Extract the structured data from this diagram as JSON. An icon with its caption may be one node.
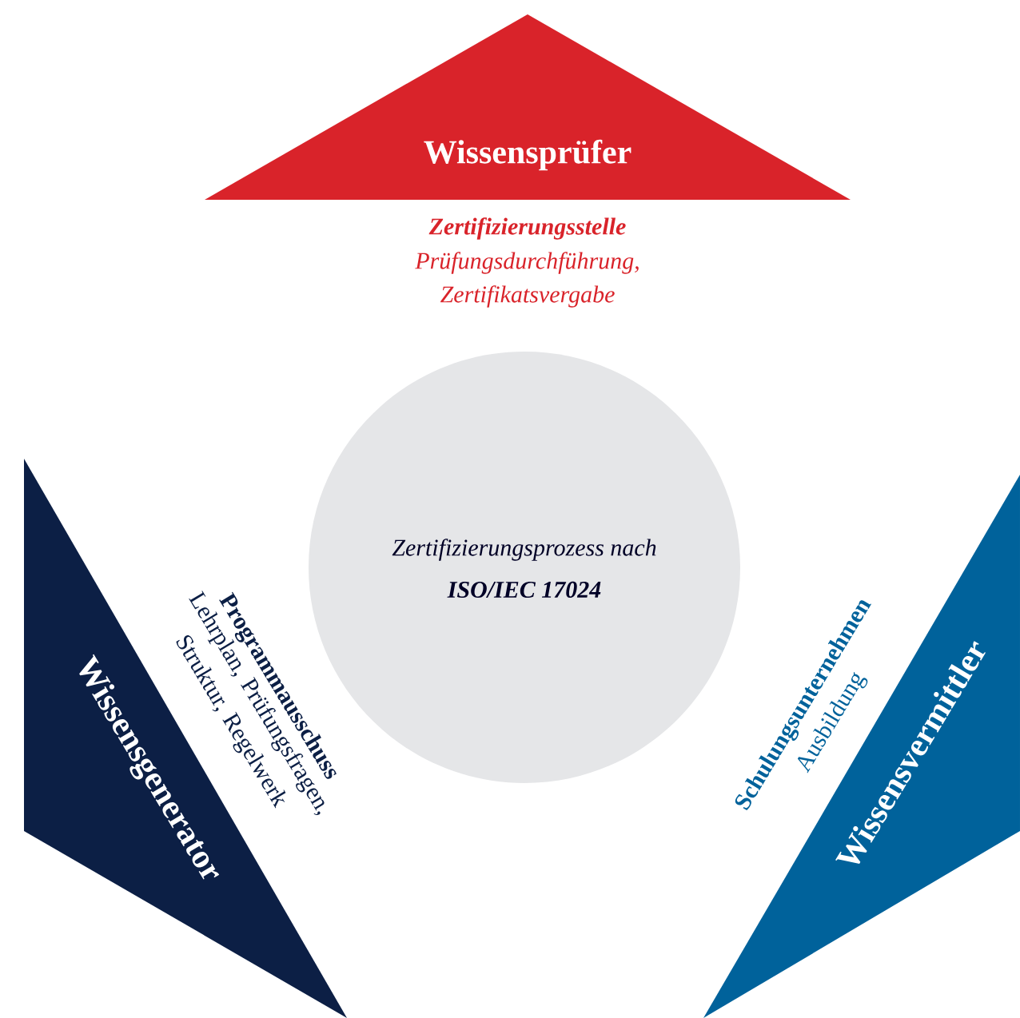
{
  "diagram": {
    "nodes": [
      {
        "text": [
          "Wissensprüfer"
        ],
        "beside": [
          "Zertifizierungsstelle",
          "Prüfungsdurchführung, Zertifikatsvergabe"
        ]
      },
      {
        "text": [
          "Zertifizierungsprozess nach",
          "ISO/IEC 17024"
        ]
      },
      {
        "text": [
          "Wissensgenerator"
        ],
        "beside": [
          "Programmausschuss",
          "Lehrplan, Prüfungsfragen, Struktur, Regelwerk"
        ]
      },
      {
        "text": [
          "Wissensvermittler"
        ],
        "beside": [
          "Schulungsunternehmen",
          "Ausbildung"
        ]
      }
    ]
  }
}
